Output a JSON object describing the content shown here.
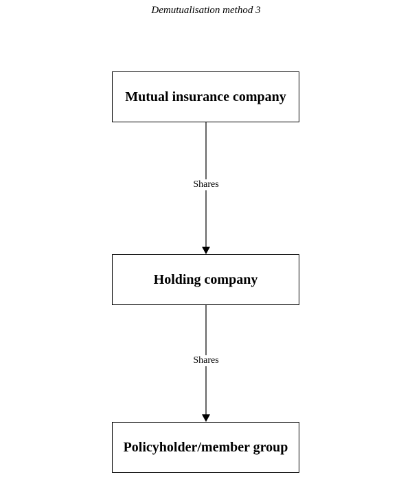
{
  "title": "Demutualisation method 3",
  "nodes": [
    {
      "id": "mutual",
      "label": "Mutual insurance company"
    },
    {
      "id": "holding",
      "label": "Holding company"
    },
    {
      "id": "policyholder",
      "label": "Policyholder/member group"
    }
  ],
  "edges": [
    {
      "from": "mutual",
      "to": "holding",
      "label": "Shares"
    },
    {
      "from": "holding",
      "to": "policyholder",
      "label": "Shares"
    }
  ]
}
